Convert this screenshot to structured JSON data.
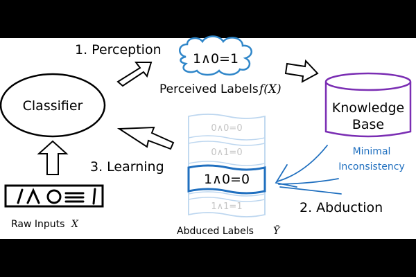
{
  "labels": {
    "perception": "1. Perception",
    "learning": "3. Learning",
    "abduction": "2. Abduction",
    "classifier": "Classifier",
    "knowledge_base_line1": "Knowledge",
    "knowledge_base_line2": "Base",
    "minimal_line1": "Minimal",
    "minimal_line2": "Inconsistency",
    "perceived_labels": "Perceived Labels",
    "perceived_math": "f(X)",
    "abduced_labels": "Abduced Labels",
    "abduced_math": "Ȳ",
    "raw_inputs": "Raw Inputs",
    "raw_math": "X"
  },
  "cloud_text": "1∧0=1",
  "candidates": [
    "0∧0=0",
    "0∧1=0",
    "1∧0=0",
    "1∧1=1"
  ],
  "selected_candidate": "1∧0=0",
  "colors": {
    "cloud": "#2f86c9",
    "candidate_border": "#bcd6ef",
    "selected_border": "#1f6fbf",
    "knowledge_base": "#7a2db3",
    "minimal_text": "#1f6fbf"
  }
}
